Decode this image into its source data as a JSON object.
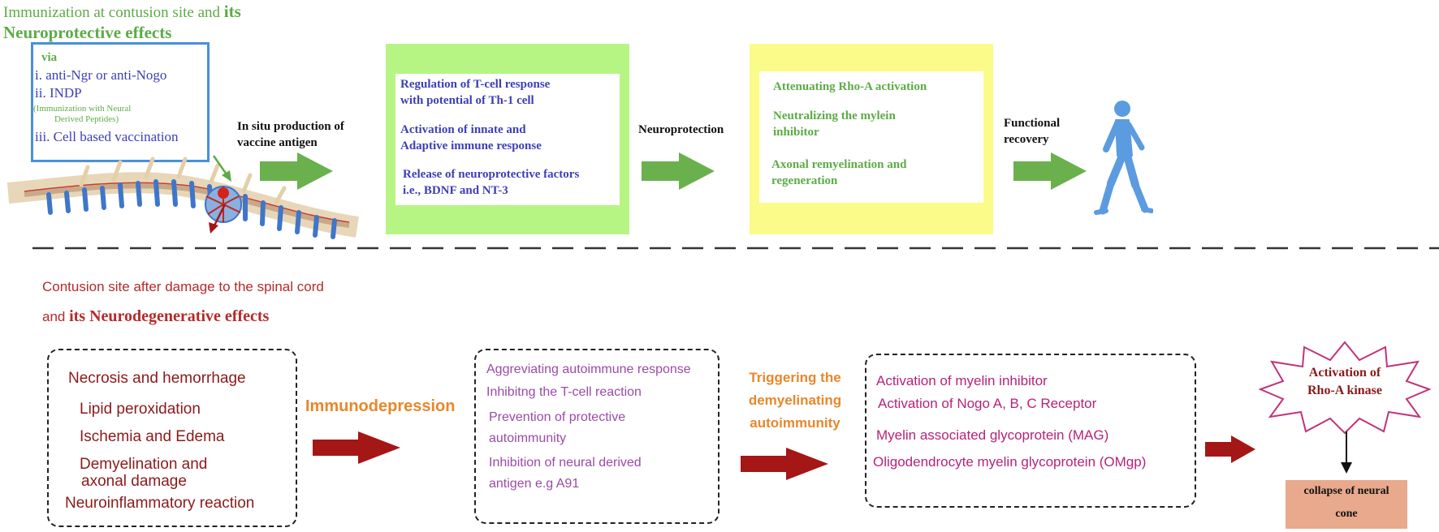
{
  "top": {
    "title_line1_prefix": "Immunization at contusion site and ",
    "title_line1_bold": "its",
    "title_line2": "Neuroprotective effects",
    "via_label": "via",
    "via_items": [
      "i. anti-Ngr or anti-Nogo",
      "ii. INDP",
      "iii. Cell based vaccination"
    ],
    "indp_note_line1": "(Immunization with Neural",
    "indp_note_line2": "Derived Peptides)",
    "in_situ_line1": "In situ production of",
    "in_situ_line2": "vaccine antigen",
    "green_items": [
      [
        "Regulation  of T-cell response",
        "with potential of Th-1 cell"
      ],
      [
        "Activation of innate and",
        "Adaptive immune response"
      ],
      [
        "Release of neuroprotective factors",
        "i.e., BDNF and NT-3"
      ]
    ],
    "neuroprotection_label": "Neuroprotection",
    "yellow_items": [
      [
        "Attenuating Rho-A activation"
      ],
      [
        "Neutralizing the mylein",
        "inhibitor"
      ],
      [
        "Axonal remyelination and",
        "regeneration"
      ]
    ],
    "functional_line1": "Functional",
    "functional_line2": "recovery"
  },
  "bottom": {
    "title_line1": "Contusion site after damage to the spinal cord",
    "title_line2_prefix": "and ",
    "title_line2_bold": "its Neurodegenerative effects",
    "box1_items": [
      "Necrosis and hemorrhage",
      "Lipid peroxidation",
      "Ischemia and Edema",
      "Demyelination and",
      "axonal damage",
      "Neuroinflammatory reaction"
    ],
    "immunodepression_label": "Immunodepression",
    "box2_items": [
      "Aggreviating autoimmune response",
      "Inhibitng the T-cell reaction",
      "Prevention of protective",
      "autoimmunity",
      "Inhibition of neural derived",
      "antigen e.g A91"
    ],
    "trigger_lines": [
      "Triggering the",
      "demyelinating",
      "autoimmunity"
    ],
    "box3_items": [
      "Activation of myelin inhibitor",
      "Activation of Nogo A, B, C  Receptor",
      "Myelin associated glycoprotein (MAG)",
      "Oligodendrocyte myelin glycoprotein (OMgp)"
    ],
    "kinase_line1": "Activation of",
    "kinase_line2": "Rho-A kinase",
    "cone_line1": "collapse of neural",
    "cone_line2": "cone"
  },
  "colors": {
    "green_arrow": "#6ab04c",
    "red_arrow": "#a51616",
    "green_panel": "#b6f583",
    "yellow_panel": "#fbfb8a",
    "figure_blue": "#5b9be0",
    "kinase_star_stroke": "#c2327a",
    "cone_box": "#e9a98c"
  }
}
